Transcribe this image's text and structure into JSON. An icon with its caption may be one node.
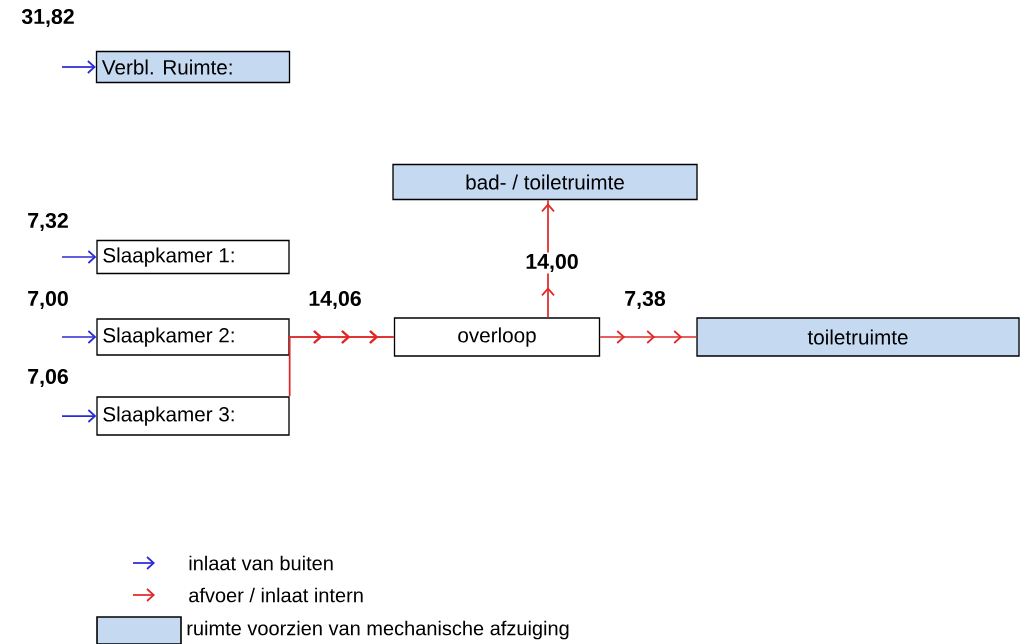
{
  "diagram": {
    "nodes": [
      {
        "text": [
          "Verbl. Ruimte:"
        ]
      },
      {
        "text": [
          "bad- / toiletruimte"
        ]
      },
      {
        "text": [
          "Slaapkamer 1:"
        ]
      },
      {
        "text": [
          "Slaapkamer 2:"
        ]
      },
      {
        "text": [
          "Slaapkamer 3:"
        ]
      },
      {
        "text": [
          "overloop"
        ]
      },
      {
        "text": [
          "toiletruimte"
        ]
      }
    ],
    "edges": [
      {
        "from": null,
        "to": 0,
        "arrow": "to",
        "label": "31,82",
        "color": "#2a2ad6"
      },
      {
        "from": null,
        "to": 2,
        "arrow": "to",
        "label": "7,32",
        "color": "#2a2ad6"
      },
      {
        "from": null,
        "to": 3,
        "arrow": "to",
        "label": "7,00",
        "color": "#2a2ad6"
      },
      {
        "from": null,
        "to": 4,
        "arrow": "to",
        "label": "7,06",
        "color": "#2a2ad6"
      },
      {
        "from": 3,
        "to": 5,
        "arrow": "to",
        "label": "14,06",
        "color": "#e02828"
      },
      {
        "from": 4,
        "to": 5,
        "arrow": "to",
        "color": "#e02828"
      },
      {
        "from": 5,
        "to": 1,
        "arrow": "to",
        "label": "14,00",
        "color": "#e02828"
      },
      {
        "from": 5,
        "to": 6,
        "arrow": "to",
        "label": "7,38",
        "color": "#e02828"
      }
    ],
    "legend": [
      {
        "text": "inlaat van buiten"
      },
      {
        "text": "afvoer / inlaat intern"
      },
      {
        "text": "ruimte voorzien van mechanische afzuiging",
        "color": "#c5d9f1"
      }
    ]
  }
}
